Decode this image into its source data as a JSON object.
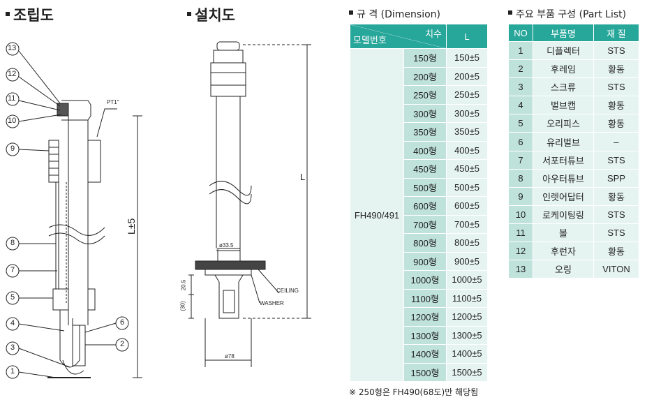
{
  "assembly": {
    "title": "조립도",
    "callouts": [
      "13",
      "12",
      "11",
      "10",
      "9",
      "8",
      "7",
      "5",
      "4",
      "3",
      "1",
      "6",
      "2"
    ],
    "thread_label": "PT1\"",
    "length_label": "L±5"
  },
  "installation": {
    "title": "설치도",
    "length_label": "L",
    "pipe_dia": "ø33.5",
    "dim1": "20.5",
    "dim2": "(30)",
    "ceiling_label": "CEILING",
    "washer_label": "WASHER",
    "base_dia": "ø78"
  },
  "dimension": {
    "title": "규  격 (Dimension)",
    "header_model": "모델번호",
    "header_size": "치수",
    "header_l": "L",
    "model": "FH490/491",
    "rows": [
      {
        "size": "150형",
        "l": "150±5"
      },
      {
        "size": "200형",
        "l": "200±5"
      },
      {
        "size": "250형",
        "l": "250±5"
      },
      {
        "size": "300형",
        "l": "300±5"
      },
      {
        "size": "350형",
        "l": "350±5"
      },
      {
        "size": "400형",
        "l": "400±5"
      },
      {
        "size": "450형",
        "l": "450±5"
      },
      {
        "size": "500형",
        "l": "500±5"
      },
      {
        "size": "600형",
        "l": "600±5"
      },
      {
        "size": "700형",
        "l": "700±5"
      },
      {
        "size": "800형",
        "l": "800±5"
      },
      {
        "size": "900형",
        "l": "900±5"
      },
      {
        "size": "1000형",
        "l": "1000±5"
      },
      {
        "size": "1100형",
        "l": "1100±5"
      },
      {
        "size": "1200형",
        "l": "1200±5"
      },
      {
        "size": "1300형",
        "l": "1300±5"
      },
      {
        "size": "1400형",
        "l": "1400±5"
      },
      {
        "size": "1500형",
        "l": "1500±5"
      }
    ],
    "footnote": "※ 250형은 FH490(68도)만 해당됨"
  },
  "parts": {
    "title": "주요 부품 구성 (Part List)",
    "headers": [
      "NO",
      "부품명",
      "재  질"
    ],
    "rows": [
      {
        "no": "1",
        "name": "디플렉터",
        "mat": "STS"
      },
      {
        "no": "2",
        "name": "후레임",
        "mat": "황동"
      },
      {
        "no": "3",
        "name": "스크류",
        "mat": "STS"
      },
      {
        "no": "4",
        "name": "벌브캡",
        "mat": "황동"
      },
      {
        "no": "5",
        "name": "오리피스",
        "mat": "황동"
      },
      {
        "no": "6",
        "name": "유리벌브",
        "mat": "–"
      },
      {
        "no": "7",
        "name": "서포터튜브",
        "mat": "STS"
      },
      {
        "no": "8",
        "name": "아우터튜브",
        "mat": "SPP"
      },
      {
        "no": "9",
        "name": "인렛어답터",
        "mat": "황동"
      },
      {
        "no": "10",
        "name": "로케이팅링",
        "mat": "STS"
      },
      {
        "no": "11",
        "name": "볼",
        "mat": "STS"
      },
      {
        "no": "12",
        "name": "후런자",
        "mat": "황동"
      },
      {
        "no": "13",
        "name": "오링",
        "mat": "VITON"
      }
    ]
  }
}
